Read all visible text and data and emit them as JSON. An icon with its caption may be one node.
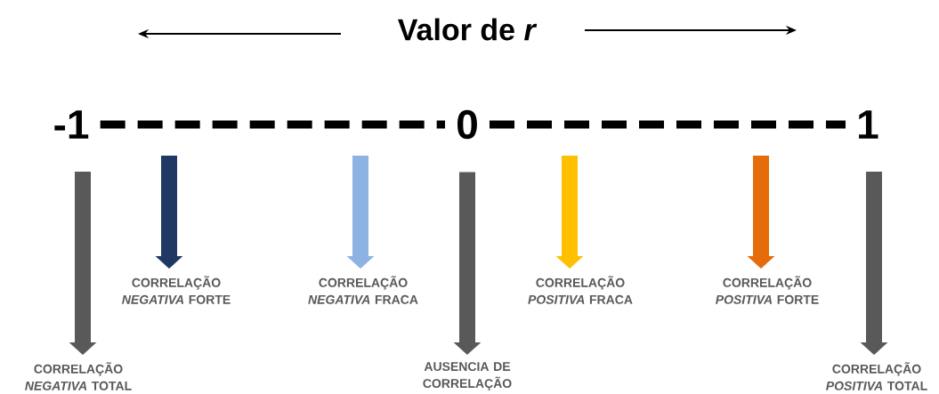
{
  "diagram": {
    "title": "Valor de *r*",
    "nodes": [
      {
        "text": [
          "-1"
        ]
      },
      {
        "text": [
          "0"
        ]
      },
      {
        "text": [
          "1"
        ]
      },
      {
        "text": [
          "CORRELAÇÃO *NEGATIVA* FORTE"
        ]
      },
      {
        "text": [
          "CORRELAÇÃO *NEGATIVA* FRACA"
        ]
      },
      {
        "text": [
          "CORRELAÇÃO *POSITIVA* FRACA"
        ]
      },
      {
        "text": [
          "CORRELAÇÃO *POSITIVA* FORTE"
        ]
      },
      {
        "text": [
          "CORRELAÇÃO *NEGATIVA* TOTAL"
        ]
      },
      {
        "text": [
          "AUSENCIA DE CORRELAÇÃO"
        ]
      },
      {
        "text": [
          "CORRELAÇÃO *POSITIVA* TOTAL"
        ]
      }
    ],
    "edges": [
      {
        "from": 0,
        "to": 1,
        "arrow": "none",
        "style": "dashed"
      },
      {
        "from": 1,
        "to": 2,
        "arrow": "none",
        "style": "dashed"
      },
      {
        "from": null,
        "to": 3,
        "arrow": "to",
        "color": "#1f3864"
      },
      {
        "from": null,
        "to": 4,
        "arrow": "to",
        "color": "#8db3e2"
      },
      {
        "from": null,
        "to": 5,
        "arrow": "to",
        "color": "#ffc000"
      },
      {
        "from": null,
        "to": 6,
        "arrow": "to",
        "color": "#e46c0a"
      },
      {
        "from": 0,
        "to": 7,
        "arrow": "to",
        "color": "#595959"
      },
      {
        "from": 1,
        "to": 8,
        "arrow": "to",
        "color": "#595959"
      },
      {
        "from": 2,
        "to": 9,
        "arrow": "to",
        "color": "#595959"
      }
    ]
  }
}
